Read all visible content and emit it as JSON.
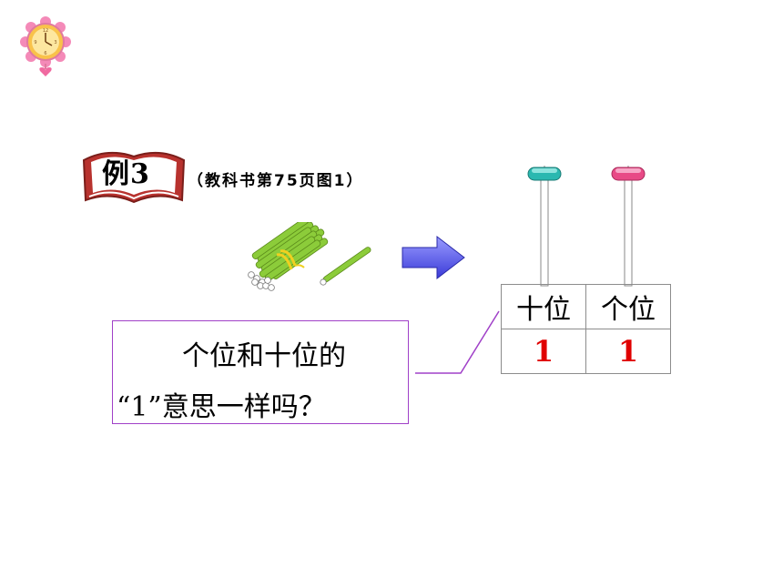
{
  "example": {
    "label": "例3",
    "textbook_ref": "（教科书第75页图1）"
  },
  "place_value_table": {
    "headers": [
      "十位",
      "个位"
    ],
    "values": [
      "1",
      "1"
    ]
  },
  "question": {
    "line1": "个位和十位的",
    "line2": "“1”意思一样吗？"
  },
  "colors": {
    "tens_bead": "#2ab8b0",
    "ones_bead": "#e84a86",
    "value_text": "#e00000",
    "box_border": "#a040c8",
    "arrow": "#5a5ae8",
    "stick": "#8ccc3a"
  },
  "icons": [
    "clock-icon",
    "book-badge-icon",
    "stick-bundle-icon",
    "single-stick-icon",
    "arrow-right-icon"
  ]
}
